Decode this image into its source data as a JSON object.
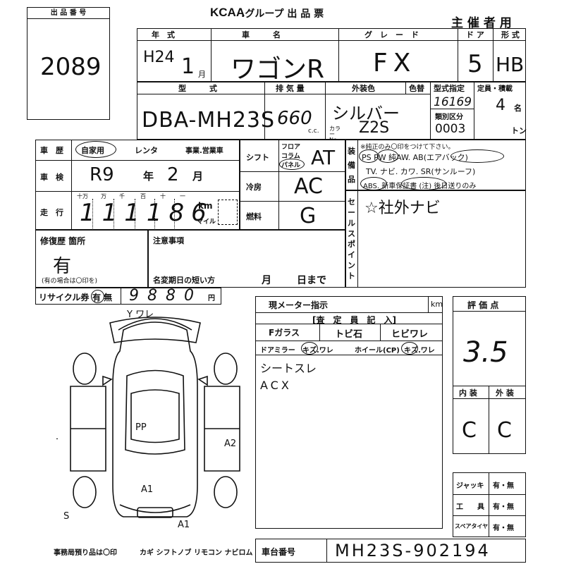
{
  "lot": {
    "label": "出 品 番 号",
    "number": "2089"
  },
  "header": {
    "brand": "KCAA",
    "title": ".グループ 出 品 票",
    "organizer": "主 催 者 用"
  },
  "vehicle": {
    "year_label": "年　式",
    "name_label": "車　　　名",
    "grade_label": "グ　レ　ー　ド",
    "door_label": "ド ア",
    "shape_label": "形 式",
    "year_value": "H24",
    "month_value": "1",
    "month_unit": "月",
    "name_value": "ワゴンR",
    "grade_value": "FX",
    "door_value": "5",
    "shape_value": "HB",
    "model_label": "型　　　式",
    "displacement_label": "排 気 量",
    "color_label": "外装色",
    "color_change_label": "色替",
    "type_designation_label": "型式指定",
    "capacity_label": "定員・積載",
    "model_value": "DBA-MH23S",
    "displacement_value": "660",
    "cc_unit": "c.c.",
    "color_value": "シルバー",
    "color_no_label": "カラー No.",
    "color_no_value": "Z2S",
    "type_designation_value": "16169",
    "class_label": "類別区分",
    "class_value": "0003",
    "capacity_value": "4",
    "capacity_unit": "名",
    "ton_unit": "トン"
  },
  "history": {
    "label": "車　歴",
    "options": [
      "自家用",
      "レンタ",
      "事業.営業車"
    ],
    "shaken_label": "車　検",
    "shaken_value": "R9",
    "shaken_year_unit": "年",
    "shaken_month": "2",
    "shaken_month_unit": "月",
    "mileage_label": "走　行",
    "mileage_digits_labels": [
      "十万",
      "万",
      "千",
      "百",
      "十",
      "一"
    ],
    "mileage_value": "111186",
    "km_unit": "km",
    "mile_unit": "マイル"
  },
  "specs": {
    "shift_label": "シフト",
    "shift_options": [
      "フロア",
      "コラム",
      "パネル"
    ],
    "shift_value": "AT",
    "ac_label": "冷房",
    "ac_value": "AC",
    "fuel_label": "燃料",
    "fuel_value": "G"
  },
  "equipment": {
    "label": "装備品",
    "note": "※純正のみ〇印をつけて下さい。",
    "row1": "PS PW 純AW. AB(エアバック)",
    "row2": "TV. ナビ. カワ. SR(サンルーフ)",
    "row3": "ABS. 新車保証書 (注) 後日送りのみ"
  },
  "sales_point": {
    "label": "セールスポイント",
    "value": "☆社外ナビ"
  },
  "repair": {
    "label": "修復歴 箇所",
    "value": "有",
    "note": "(有の場合は〇印を)"
  },
  "caution": {
    "label": "注意事項",
    "short_name_label": "名変期日の短い方",
    "month_unit": "月",
    "day_unit": "日まで"
  },
  "recycle": {
    "label": "リサイクル券",
    "options": "有 無",
    "value": "9880",
    "yen_unit": "円"
  },
  "meter": {
    "label": "現メーター指示",
    "unit": "km"
  },
  "inspector": {
    "label": "[査　定　員　記　入]",
    "glass_label": "Fガラス",
    "glass_options": [
      "トビ石",
      "ヒビワレ"
    ],
    "mirror_label": "ドアミラー",
    "mirror_options": "キズ.ワレ",
    "wheel_label": "ホイール(CP)",
    "wheel_options": "キズ.ワレ",
    "notes": [
      "シートスレ",
      "ACX"
    ]
  },
  "rating": {
    "label": "評 価 点",
    "value": "3.5",
    "interior_label": "内 装",
    "exterior_label": "外 装",
    "interior_value": "C",
    "exterior_value": "C"
  },
  "accessories": {
    "jack_label": "ジャッキ",
    "jack_options": "有・無",
    "tools_label": "工　　具",
    "tools_options": "有・無",
    "spare_label": "スペアタイヤ",
    "spare_options": "有・無"
  },
  "diagram": {
    "marks": [
      "Y ワレ",
      "A1",
      "A2",
      "PP",
      "A1",
      "S",
      "A1"
    ]
  },
  "footer": {
    "items_label": "事務局預り品は〇印",
    "items": "カギ シフトノブ リモコン ナビロム",
    "chassis_label": "車台番号",
    "chassis_value": "MH23S-902194"
  }
}
